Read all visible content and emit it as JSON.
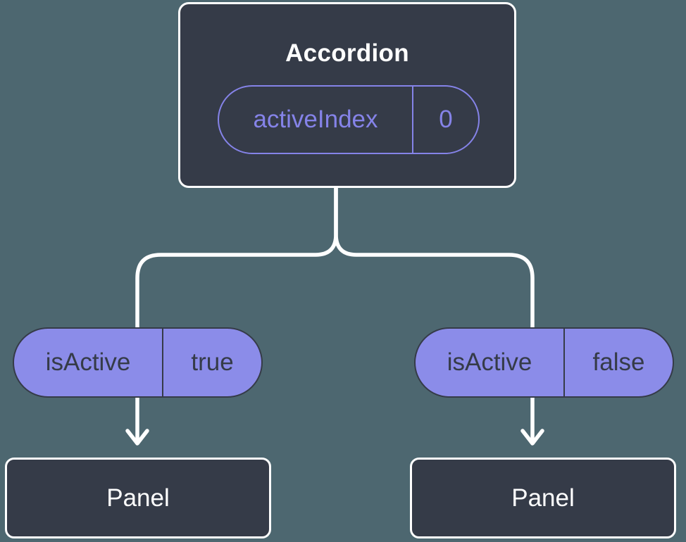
{
  "diagram": {
    "root": {
      "title": "Accordion",
      "prop": {
        "name": "activeIndex",
        "value": "0"
      }
    },
    "children": [
      {
        "prop": {
          "name": "isActive",
          "value": "true"
        },
        "node_label": "Panel"
      },
      {
        "prop": {
          "name": "isActive",
          "value": "false"
        },
        "node_label": "Panel"
      }
    ],
    "colors": {
      "background": "#4D6770",
      "node_fill": "#353B48",
      "node_border": "#FFFFFF",
      "pill_fill": "#8B8CE9",
      "pill_text": "#353B48",
      "accent_text": "#8583E8",
      "connector": "#FFFFFF"
    }
  }
}
